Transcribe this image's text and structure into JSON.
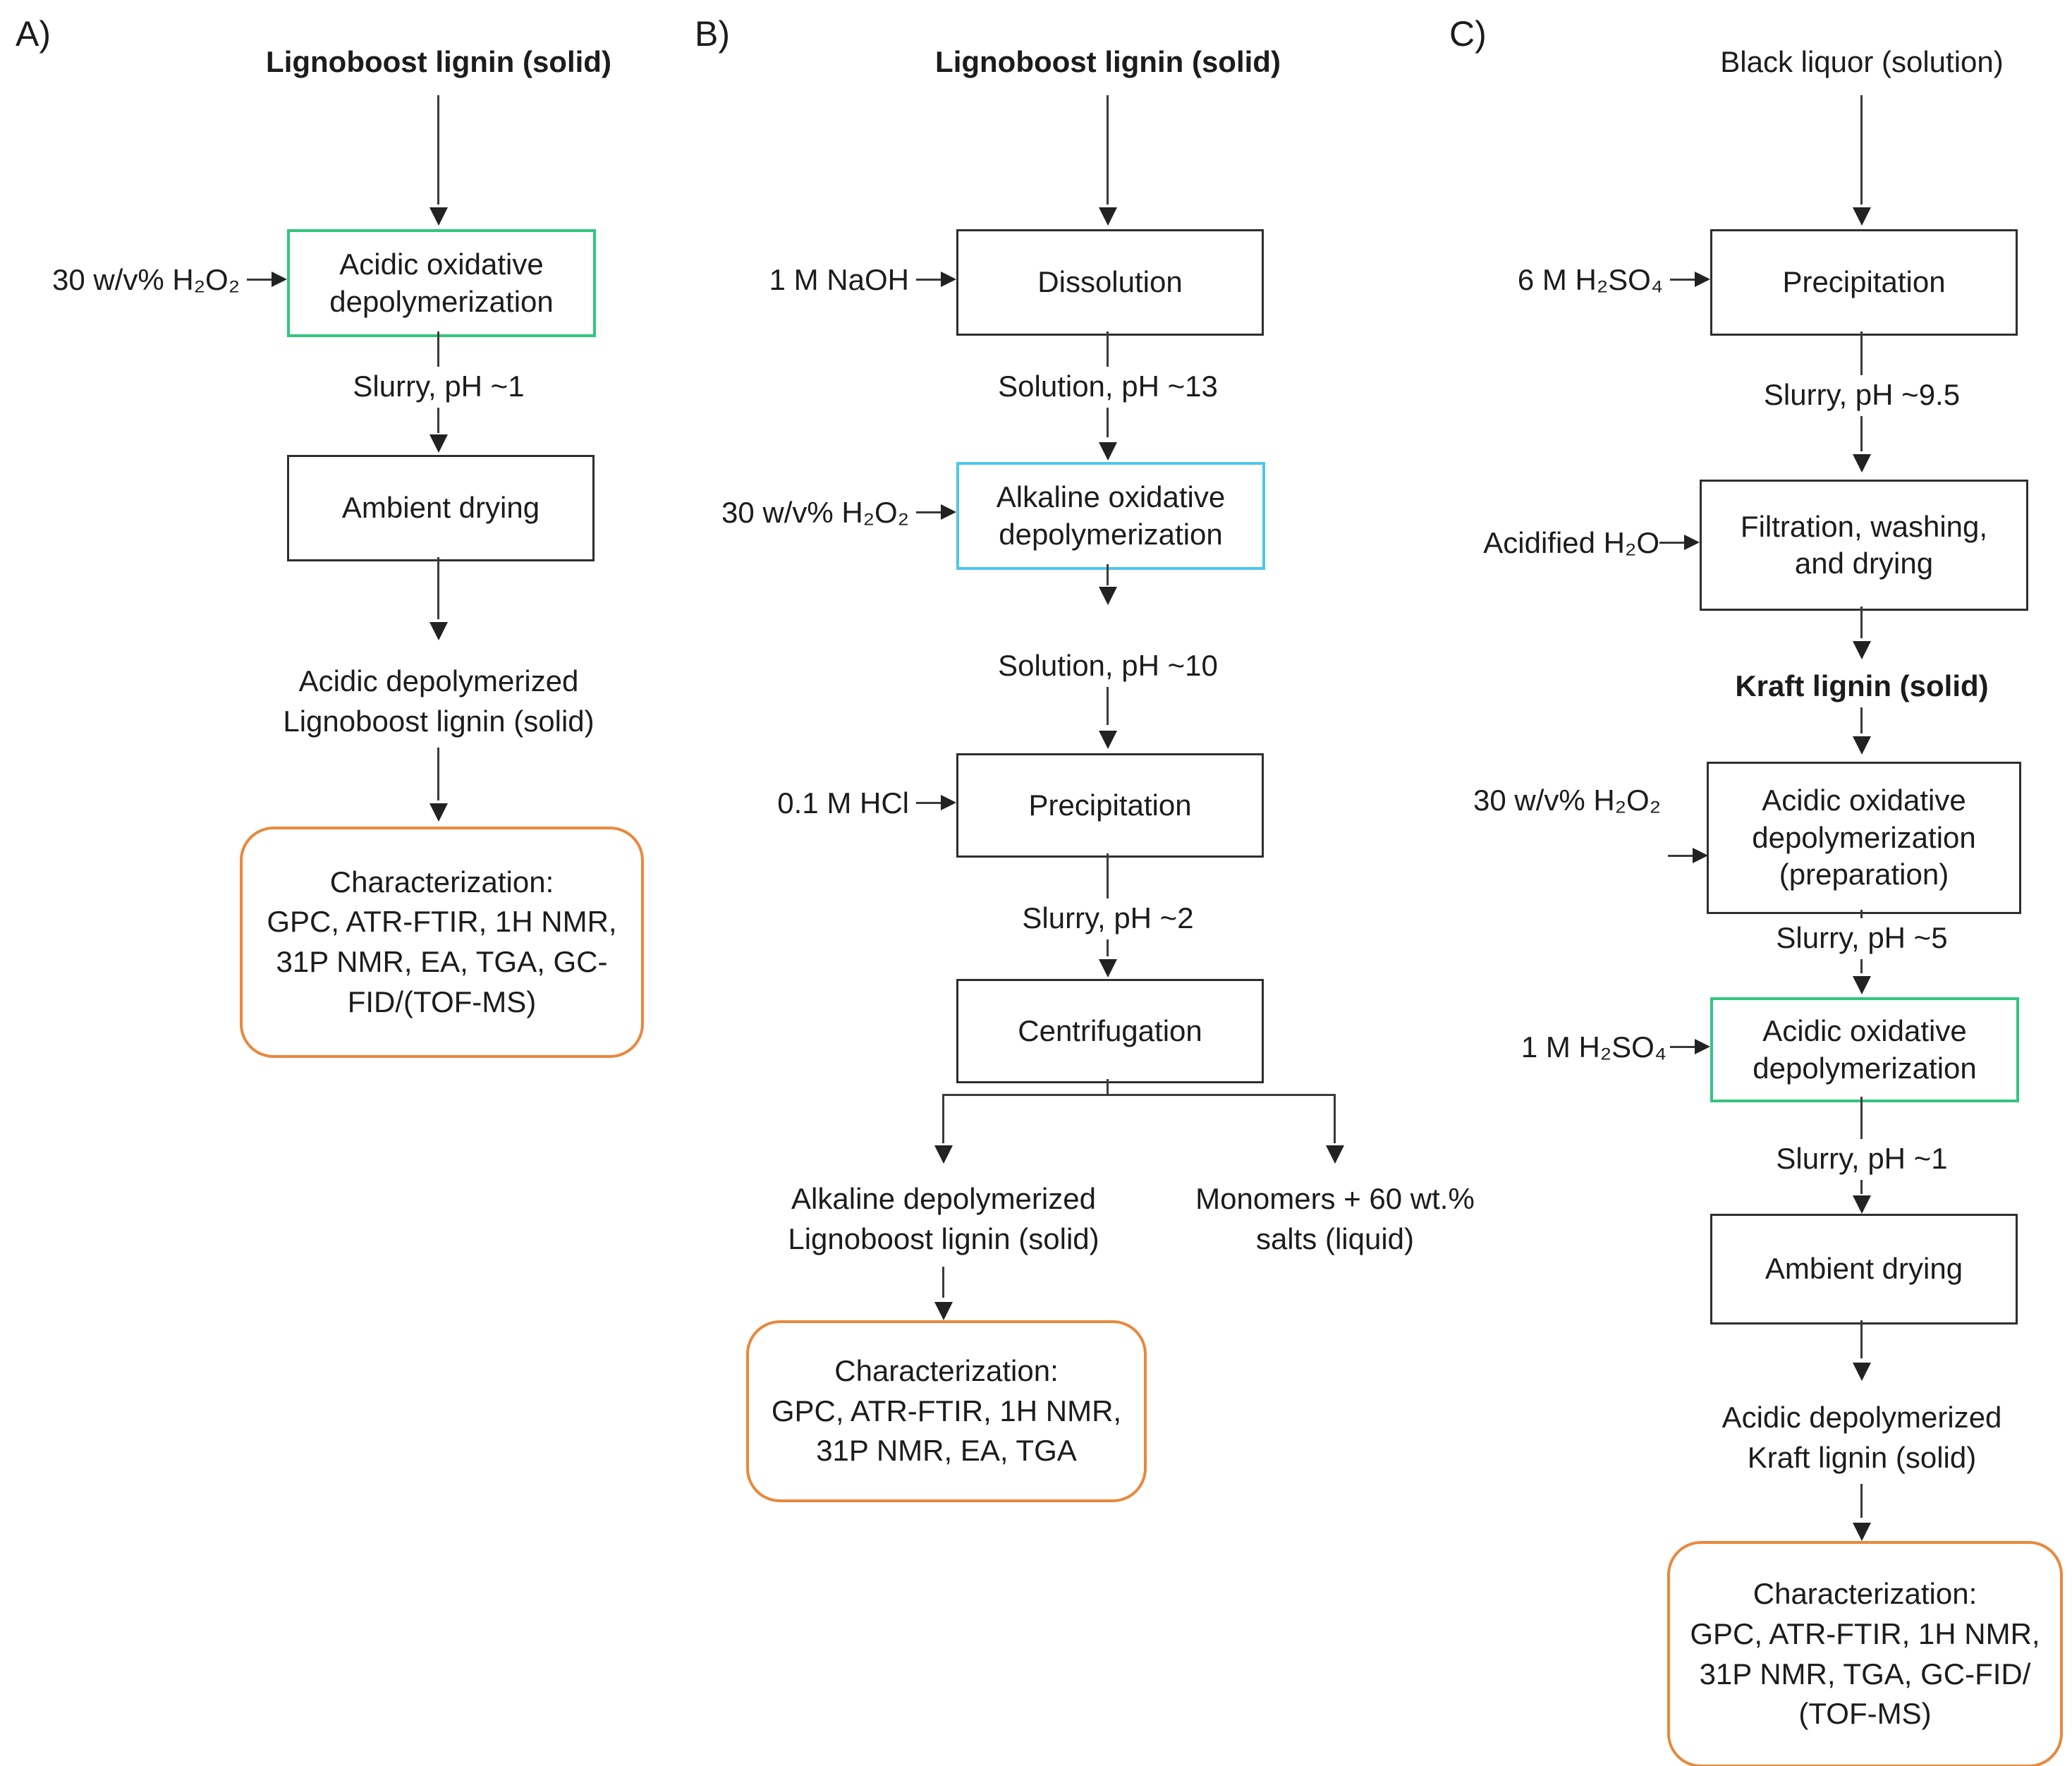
{
  "colors": {
    "process_border": "#2e2e2e",
    "green_accent": "#33c481",
    "cyan_accent": "#4ec6ea",
    "orange_accent": "#e8883c",
    "arrow": "#222222"
  },
  "panels": [
    {
      "label": "A)",
      "source": "Lignoboost lignin (solid)",
      "input1": "30 w/v% H₂O₂",
      "box1": "Acidic oxidative\ndepolymerization",
      "state1": "Slurry, pH ~1",
      "box2": "Ambient drying",
      "product": "Acidic depolymerized\nLignoboost lignin (solid)",
      "characterization": "Characterization:\nGPC, ATR-FTIR, 1H NMR,\n31P NMR, EA, TGA, GC-\nFID/(TOF-MS)"
    },
    {
      "label": "B)",
      "source": "Lignoboost lignin (solid)",
      "input1": "1 M NaOH",
      "box1": "Dissolution",
      "state1": "Solution, pH ~13",
      "input2": "30 w/v% H₂O₂",
      "box2": "Alkaline oxidative\ndepolymerization",
      "state2": "Solution, pH ~10",
      "input3": "0.1 M HCl",
      "box3": "Precipitation",
      "state3": "Slurry, pH ~2",
      "box4": "Centrifugation",
      "branch_left": "Alkaline depolymerized\nLignoboost lignin (solid)",
      "branch_right": "Monomers + 60 wt.%\nsalts (liquid)",
      "characterization": "Characterization:\nGPC, ATR-FTIR, 1H NMR,\n31P NMR, EA, TGA"
    },
    {
      "label": "C)",
      "source": "Black liquor (solution)",
      "input1": "6 M H₂SO₄",
      "box1": "Precipitation",
      "state1": "Slurry, pH ~9.5",
      "input2": "Acidified H₂O",
      "box2": "Filtration, washing,\nand drying",
      "intermediate": "Kraft lignin (solid)",
      "input3": "30 w/v% H₂O₂",
      "box3": "Acidic oxidative\ndepolymerization\n(preparation)",
      "state2": "Slurry, pH ~5",
      "input4": "1 M H₂SO₄",
      "box4": "Acidic oxidative\ndepolymerization",
      "state3": "Slurry, pH ~1",
      "box5": "Ambient drying",
      "product": "Acidic depolymerized\nKraft lignin (solid)",
      "characterization": "Characterization:\nGPC, ATR-FTIR, 1H NMR,\n31P NMR, TGA, GC-FID/\n(TOF-MS)"
    }
  ]
}
